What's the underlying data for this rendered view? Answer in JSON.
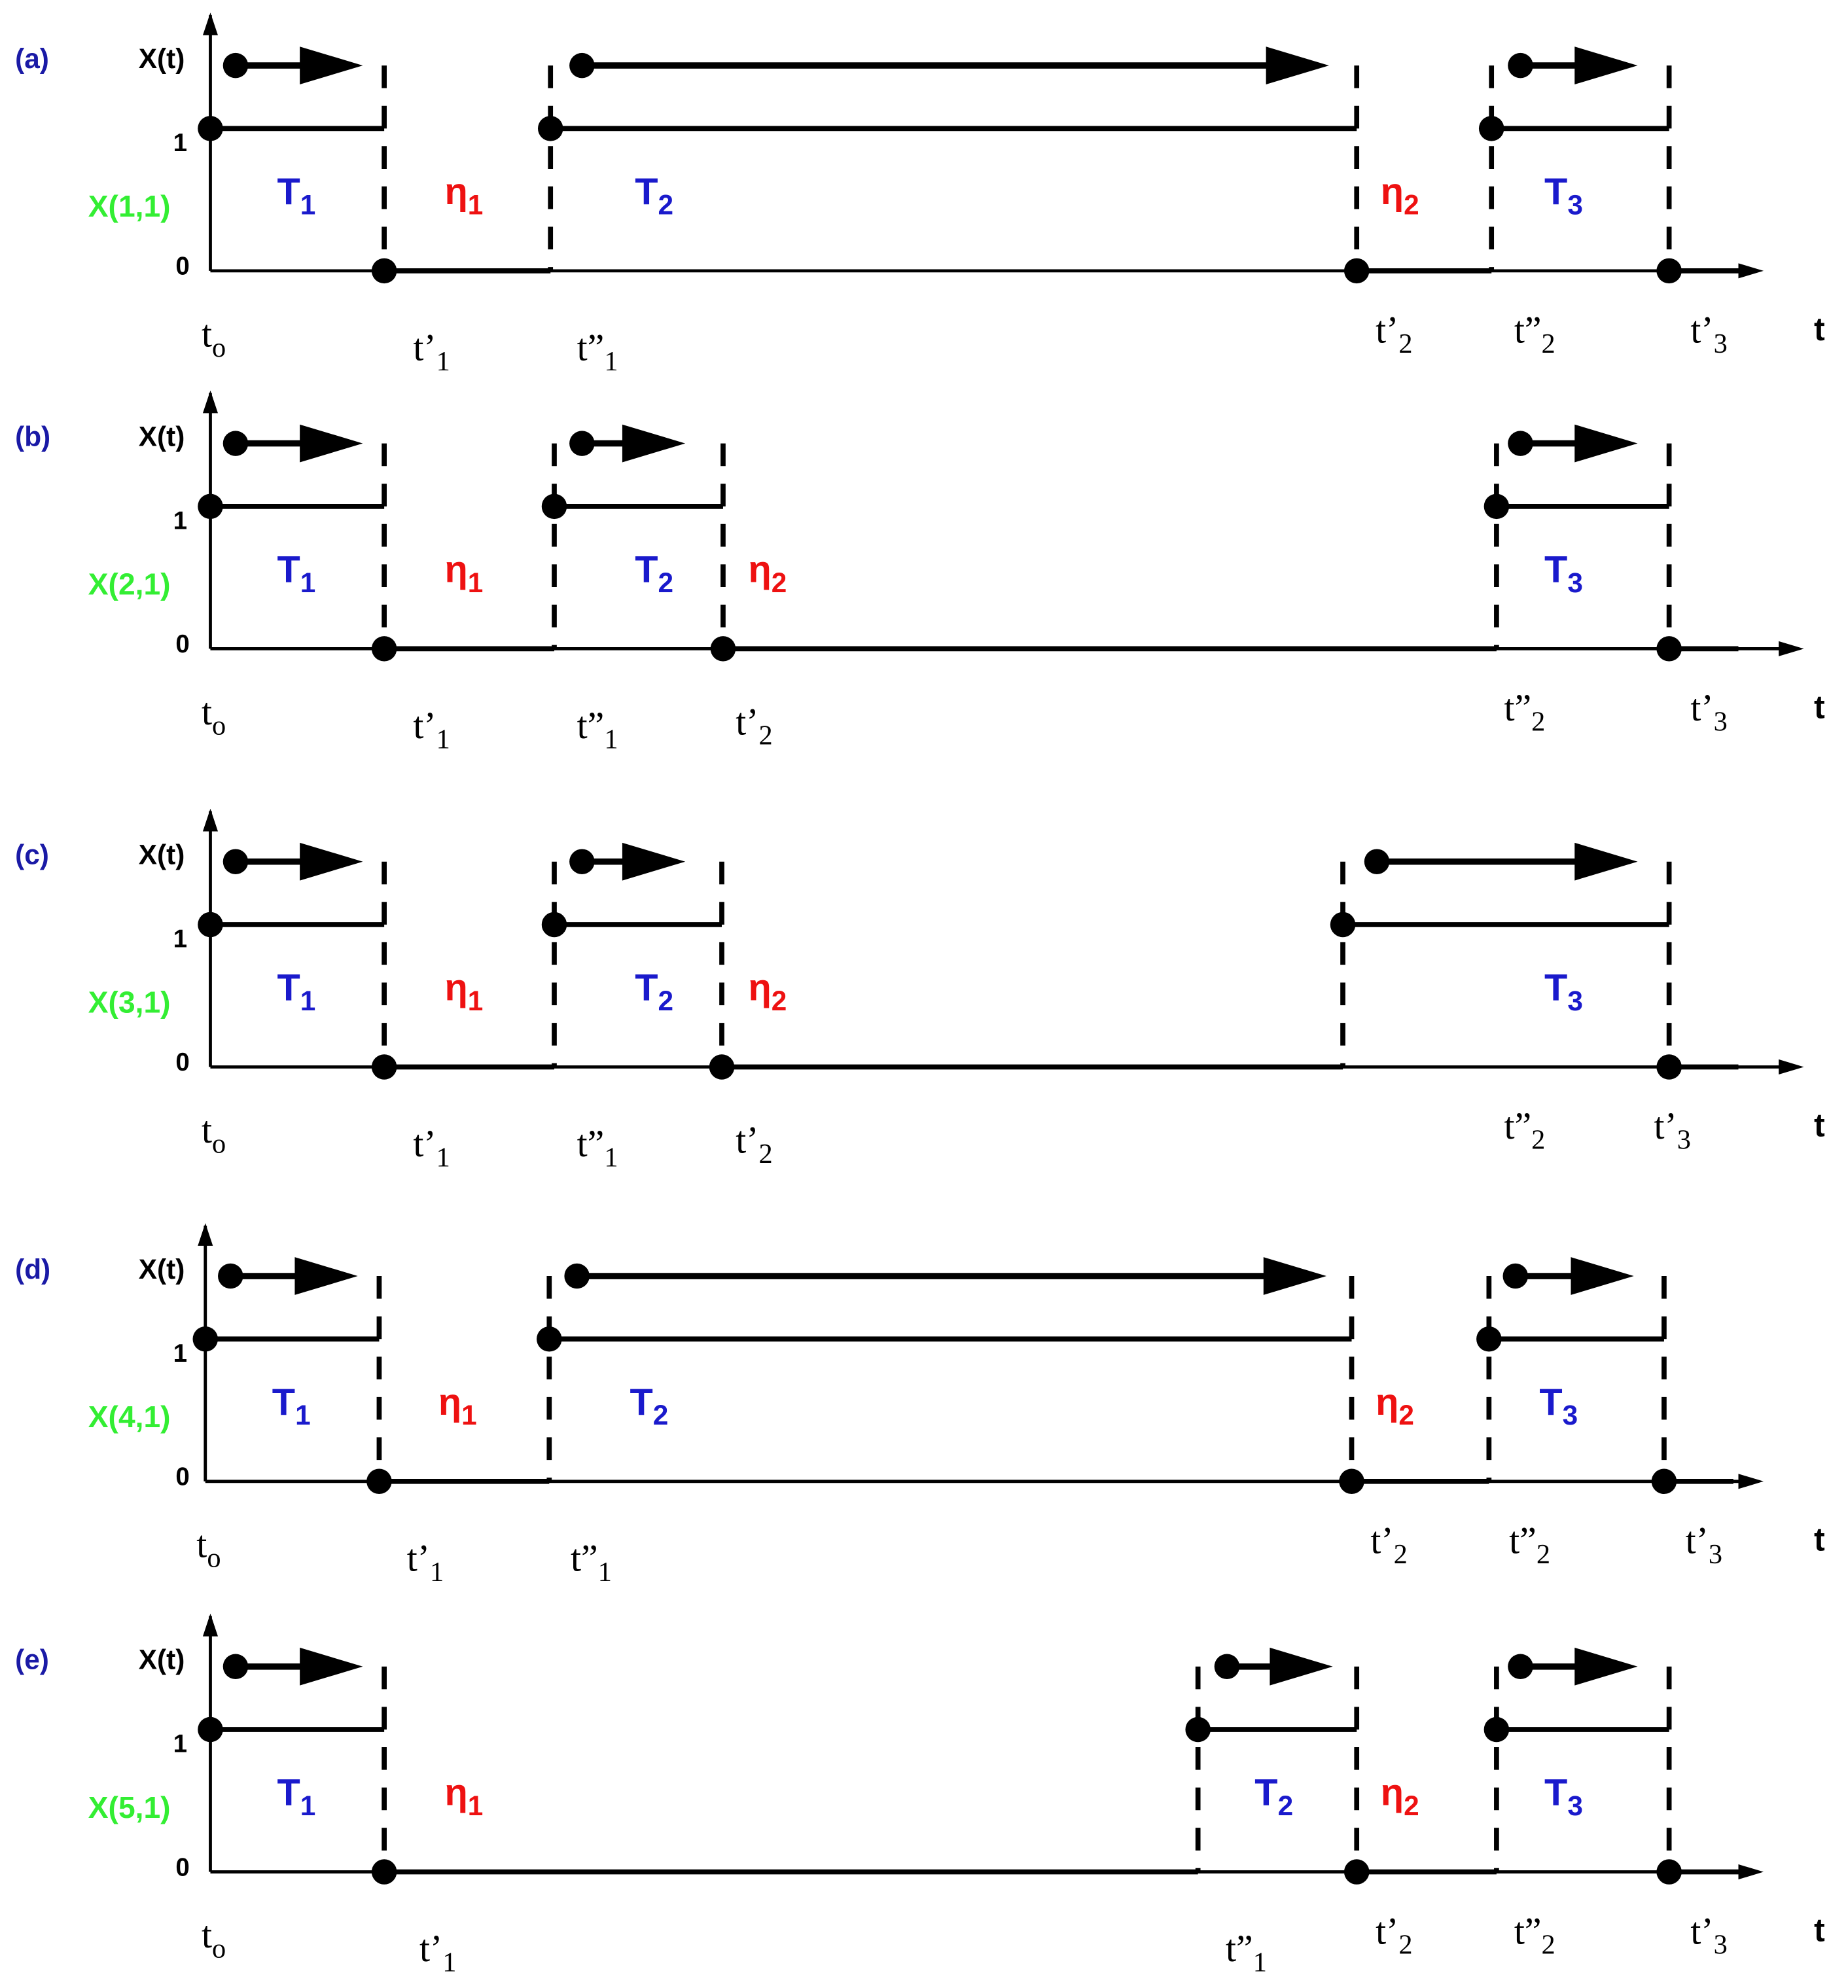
{
  "colors": {
    "stroke": "#000000",
    "panel_label": "#1a1aa6",
    "series_label": "#33ee33",
    "operating": "#1a1acc",
    "repair": "#ee1111"
  },
  "y_axis_label": "X(t)",
  "level_one": "1",
  "level_zero": "0",
  "time_axis_label": "t",
  "panels": [
    {
      "id": "a",
      "panel_label": "(a)",
      "series_label": "X(1,1)",
      "labels": {
        "t0": {
          "base": "t",
          "sub": "o"
        },
        "tp1": {
          "base": "t’",
          "sub": "1"
        },
        "tpp1": {
          "base": "t”",
          "sub": "1"
        },
        "tp2": {
          "base": "t’",
          "sub": "2"
        },
        "tpp2": {
          "base": "t”",
          "sub": "2"
        },
        "tp3": {
          "base": "t’",
          "sub": "3"
        }
      },
      "intervals": [
        {
          "kind": "up",
          "label": {
            "base": "T",
            "sub": "1"
          }
        },
        {
          "kind": "down",
          "label": {
            "base": "η",
            "sub": "1"
          }
        },
        {
          "kind": "up",
          "label": {
            "base": "T",
            "sub": "2"
          }
        },
        {
          "kind": "down",
          "label": {
            "base": "η",
            "sub": "2"
          }
        },
        {
          "kind": "up",
          "label": {
            "base": "T",
            "sub": "3"
          }
        }
      ]
    },
    {
      "id": "b",
      "panel_label": "(b)",
      "series_label": "X(2,1)",
      "labels": {
        "t0": {
          "base": "t",
          "sub": "o"
        },
        "tp1": {
          "base": "t’",
          "sub": "1"
        },
        "tpp1": {
          "base": "t”",
          "sub": "1"
        },
        "tp2": {
          "base": "t’",
          "sub": "2"
        },
        "tpp2": {
          "base": "t”",
          "sub": "2"
        },
        "tp3": {
          "base": "t’",
          "sub": "3"
        }
      },
      "intervals": [
        {
          "kind": "up",
          "label": {
            "base": "T",
            "sub": "1"
          }
        },
        {
          "kind": "down",
          "label": {
            "base": "η",
            "sub": "1"
          }
        },
        {
          "kind": "up",
          "label": {
            "base": "T",
            "sub": "2"
          }
        },
        {
          "kind": "down",
          "label": {
            "base": "η",
            "sub": "2"
          }
        },
        {
          "kind": "up",
          "label": {
            "base": "T",
            "sub": "3"
          }
        }
      ]
    },
    {
      "id": "c",
      "panel_label": "(c)",
      "series_label": "X(3,1)",
      "labels": {
        "t0": {
          "base": "t",
          "sub": "o"
        },
        "tp1": {
          "base": "t’",
          "sub": "1"
        },
        "tpp1": {
          "base": "t”",
          "sub": "1"
        },
        "tp2": {
          "base": "t’",
          "sub": "2"
        },
        "tpp2": {
          "base": "t”",
          "sub": "2"
        },
        "tp3": {
          "base": "t’",
          "sub": "3"
        }
      },
      "intervals": [
        {
          "kind": "up",
          "label": {
            "base": "T",
            "sub": "1"
          }
        },
        {
          "kind": "down",
          "label": {
            "base": "η",
            "sub": "1"
          }
        },
        {
          "kind": "up",
          "label": {
            "base": "T",
            "sub": "2"
          }
        },
        {
          "kind": "down",
          "label": {
            "base": "η",
            "sub": "2"
          }
        },
        {
          "kind": "up",
          "label": {
            "base": "T",
            "sub": "3"
          }
        }
      ]
    },
    {
      "id": "d",
      "panel_label": "(d)",
      "series_label": "X(4,1)",
      "labels": {
        "t0": {
          "base": "t",
          "sub": "o"
        },
        "tp1": {
          "base": "t’",
          "sub": "1"
        },
        "tpp1": {
          "base": "t”",
          "sub": "1"
        },
        "tp2": {
          "base": "t’",
          "sub": "2"
        },
        "tpp2": {
          "base": "t”",
          "sub": "2"
        },
        "tp3": {
          "base": "t’",
          "sub": "3"
        }
      },
      "intervals": [
        {
          "kind": "up",
          "label": {
            "base": "T",
            "sub": "1"
          }
        },
        {
          "kind": "down",
          "label": {
            "base": "η",
            "sub": "1"
          }
        },
        {
          "kind": "up",
          "label": {
            "base": "T",
            "sub": "2"
          }
        },
        {
          "kind": "down",
          "label": {
            "base": "η",
            "sub": "2"
          }
        },
        {
          "kind": "up",
          "label": {
            "base": "T",
            "sub": "3"
          }
        }
      ]
    },
    {
      "id": "e",
      "panel_label": "(e)",
      "series_label": "X(5,1)",
      "labels": {
        "t0": {
          "base": "t",
          "sub": "o"
        },
        "tp1": {
          "base": "t’",
          "sub": "1"
        },
        "tpp1": {
          "base": "t”",
          "sub": "1"
        },
        "tp2": {
          "base": "t’",
          "sub": "2"
        },
        "tpp2": {
          "base": "t”",
          "sub": "2"
        },
        "tp3": {
          "base": "t’",
          "sub": "3"
        }
      },
      "intervals": [
        {
          "kind": "up",
          "label": {
            "base": "T",
            "sub": "1"
          }
        },
        {
          "kind": "down",
          "label": {
            "base": "η",
            "sub": "1"
          }
        },
        {
          "kind": "up",
          "label": {
            "base": "T",
            "sub": "2"
          }
        },
        {
          "kind": "down",
          "label": {
            "base": "η",
            "sub": "2"
          }
        },
        {
          "kind": "up",
          "label": {
            "base": "T",
            "sub": "3"
          }
        }
      ]
    }
  ]
}
